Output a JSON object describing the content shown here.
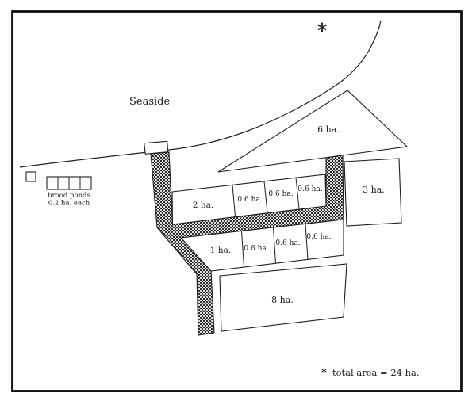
{
  "figure": {
    "seaside_label": "Seaside",
    "site_marker": "*"
  },
  "ponds": {
    "triangle_pond": "6 ha.",
    "row1": [
      "2 ha.",
      "0.6 ha.",
      "0.6 ha.",
      "0.6 ha."
    ],
    "row2": [
      "1 ha.",
      "0.6 ha.",
      "0.6 ha.",
      "0.6 ha."
    ],
    "side_pond": "3 ha.",
    "bottom_pond": "8 ha.",
    "brood_ponds": {
      "line1": "brood ponds",
      "line2": "0.2 ha. each"
    }
  },
  "footer": {
    "marker": "*",
    "text": "total area =  24 ha."
  },
  "colors": {
    "ink": "#1f1f1f",
    "paper": "#ffffff",
    "channel_base": "#dcdcdc",
    "channel_dot": "#2e2e2e"
  }
}
